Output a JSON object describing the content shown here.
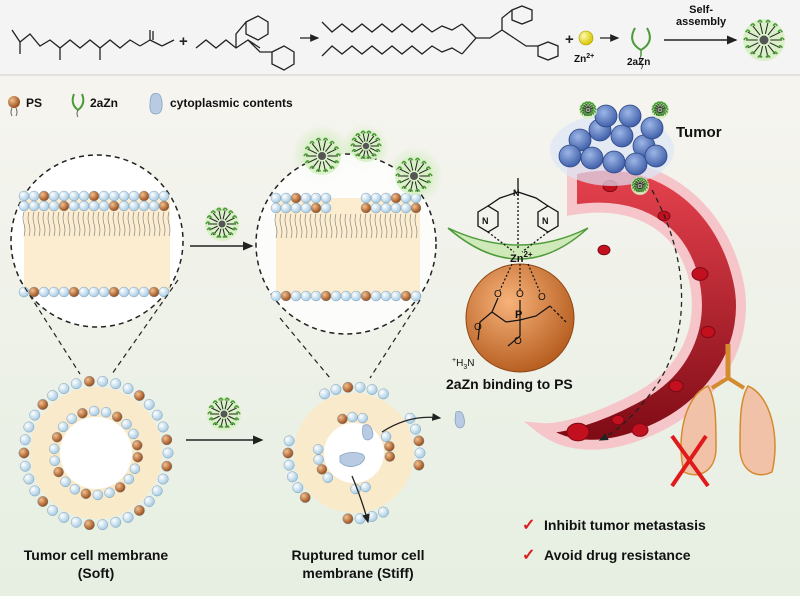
{
  "synthesis": {
    "plus_1": "+",
    "plus_2": "+",
    "zn_label": "Zn",
    "zn_charge": "2+",
    "complex_label": "2aZn",
    "self_assembly": "Self-\nassembly"
  },
  "legend": {
    "ps": "PS",
    "zn": "2aZn",
    "cytoplasmic": "cytoplasmic contents"
  },
  "binding": {
    "zn": "Zn",
    "zn_charge": "2+",
    "amine": "H",
    "amine_sub": "3",
    "amine_n": "N",
    "amine_plus": "+",
    "o": "O",
    "p": "P",
    "caption": "2aZn binding to PS"
  },
  "labels": {
    "soft_line1": "Tumor cell membrane",
    "soft_line2": "(Soft)",
    "stiff_line1": "Ruptured tumor cell",
    "stiff_line2": "membrane (Stiff)",
    "tumor": "Tumor"
  },
  "outcomes": [
    {
      "mark": "✓",
      "text": "Inhibit tumor metastasis"
    },
    {
      "mark": "✓",
      "text": "Avoid drug resistance"
    }
  ],
  "colors": {
    "ps_bead": "#b5652c",
    "lipid_head": "#c9e3f5",
    "micelle": "#6fbf4a",
    "zn_ion": "#f2e21a",
    "vessel": "#c4162a",
    "check": "#d81e1e",
    "background": "#eef3ec"
  }
}
